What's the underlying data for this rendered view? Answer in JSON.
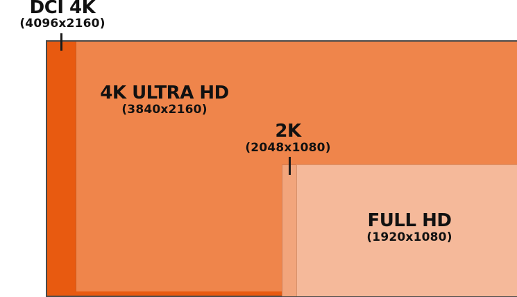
{
  "resolutions": {
    "dci_4k": {
      "name": "DCI 4K",
      "resolution": "(4096x2160)",
      "color": "#e85a10"
    },
    "uhd_4k": {
      "name": "4K ULTRA HD",
      "resolution": "(3840x2160)",
      "color": "#ef854b"
    },
    "two_k": {
      "name": "2K",
      "resolution": "(2048x1080)",
      "color": "#f2a57c"
    },
    "full_hd": {
      "name": "FULL HD",
      "resolution": "(1920x1080)",
      "color": "#f5b99a"
    }
  }
}
